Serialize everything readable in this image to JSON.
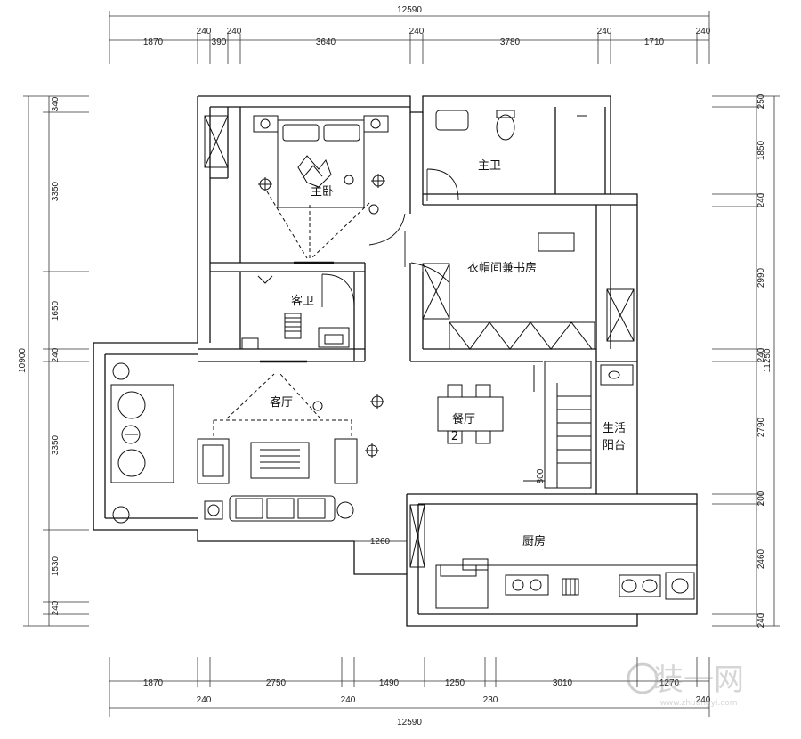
{
  "dimensions": {
    "top": {
      "total": "12590",
      "segments": [
        "1870",
        "240",
        "390",
        "240",
        "3640",
        "240",
        "3780",
        "240",
        "1710",
        "240"
      ]
    },
    "bottom": {
      "total": "12590",
      "segments": [
        "1870",
        "240",
        "2750",
        "240",
        "1490",
        "1250",
        "230",
        "3010",
        "1270",
        "240"
      ]
    },
    "left": {
      "total": "10900",
      "segments": [
        "340",
        "3350",
        "1650",
        "240",
        "3350",
        "1530",
        "240"
      ]
    },
    "right": {
      "total": "11250",
      "segments": [
        "250",
        "1850",
        "240",
        "2990",
        "240",
        "2790",
        "200",
        "2460",
        "240"
      ]
    },
    "inner": {
      "kitchen_gap": "1260",
      "stair_height": "800"
    }
  },
  "rooms": {
    "master_bedroom": "主卧",
    "master_bath": "主卫",
    "closet_study": "衣帽间兼书房",
    "guest_bath": "客卫",
    "living_room": "客厅",
    "dining_room": "餐厅",
    "dining_sub": "2",
    "utility_balcony_1": "生活",
    "utility_balcony_2": "阳台",
    "kitchen": "厨房"
  },
  "watermark": {
    "brand": "装一网",
    "url": "www.zhuangyi.com"
  }
}
